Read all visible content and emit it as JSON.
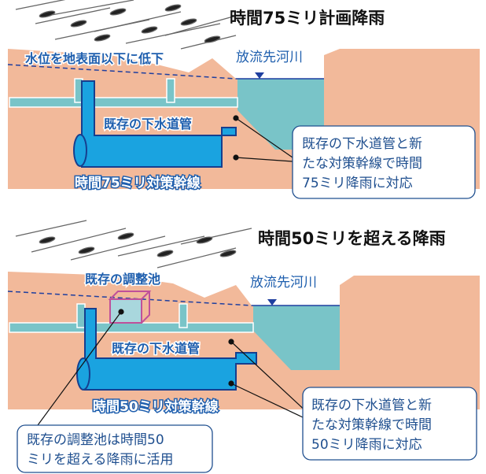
{
  "top_panel": {
    "title": "時間75ミリ計画降雨",
    "water_level_label": "水位を地表面以下に低下",
    "river_label": "放流先河川",
    "existing_sewer_label": "既存の下水道管",
    "new_trunk_label": "時間75ミリ対策幹線",
    "callout_lines": [
      "既存の下水道管と新",
      "たな対策幹線で時間",
      "75ミリ降雨に対応"
    ]
  },
  "bottom_panel": {
    "title": "時間50ミリを超える降雨",
    "pond_label": "既存の調整池",
    "river_label": "放流先河川",
    "existing_sewer_label": "既存の下水道管",
    "new_trunk_label": "時間50ミリ対策幹線",
    "callout_right_lines": [
      "既存の下水道管と新",
      "たな対策幹線で時間",
      "50ミリ降雨に対応"
    ],
    "callout_left_lines": [
      "既存の調整池は時間50",
      "ミリを超える降雨に活用"
    ]
  },
  "colors": {
    "ground": "#f2b99a",
    "water": "#79c4c8",
    "pipe": "#1aa3e0",
    "pipe_outline": "#163f8f",
    "label_blue": "#1f5fae",
    "pond_outline": "#c0509a"
  }
}
